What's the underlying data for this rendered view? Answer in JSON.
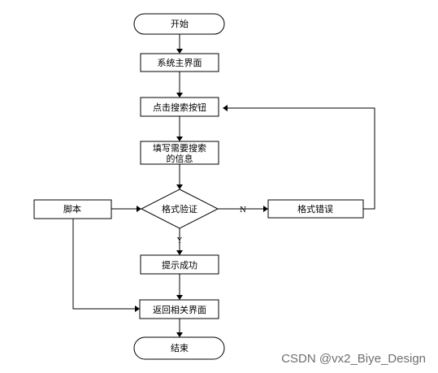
{
  "flowchart": {
    "nodes": {
      "start": "开始",
      "main_ui": "系统主界面",
      "click_search": "点击搜索按钮",
      "fill_info_line1": "填写需要搜索",
      "fill_info_line2": "的信息",
      "format_check": "格式验证",
      "format_error": "格式错误",
      "script": "脚本",
      "prompt_success": "提示成功",
      "return_page": "返回相关界面",
      "end": "结束"
    },
    "edge_labels": {
      "no": "N",
      "yes": "Y"
    }
  },
  "watermark": "CSDN @vx2_Biye_Design"
}
